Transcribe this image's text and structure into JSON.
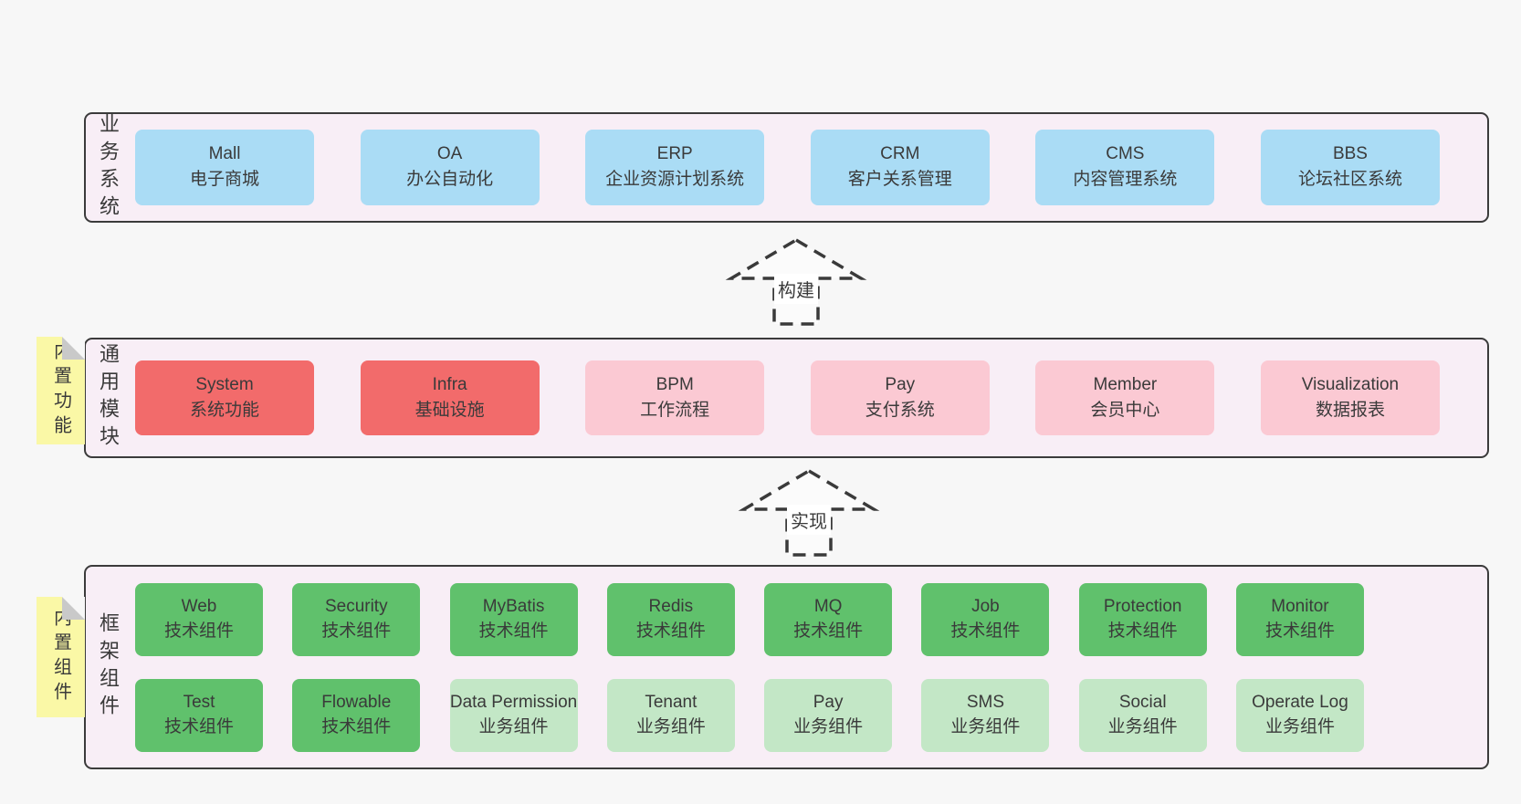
{
  "business": {
    "label": "业务系统",
    "items": [
      {
        "en": "Mall",
        "cn": "电子商城"
      },
      {
        "en": "OA",
        "cn": "办公自动化"
      },
      {
        "en": "ERP",
        "cn": "企业资源计划系统"
      },
      {
        "en": "CRM",
        "cn": "客户关系管理"
      },
      {
        "en": "CMS",
        "cn": "内容管理系统"
      },
      {
        "en": "BBS",
        "cn": "论坛社区系统"
      }
    ]
  },
  "modules": {
    "label": "通用模块",
    "sticky": "内置功能",
    "items": [
      {
        "en": "System",
        "cn": "系统功能",
        "variant": "red"
      },
      {
        "en": "Infra",
        "cn": "基础设施",
        "variant": "red"
      },
      {
        "en": "BPM",
        "cn": "工作流程",
        "variant": "pink"
      },
      {
        "en": "Pay",
        "cn": "支付系统",
        "variant": "pink"
      },
      {
        "en": "Member",
        "cn": "会员中心",
        "variant": "pink"
      },
      {
        "en": "Visualization",
        "cn": "数据报表",
        "variant": "pink"
      }
    ]
  },
  "components": {
    "label": "框架组件",
    "sticky": "内置组件",
    "row1": [
      {
        "en": "Web",
        "cn": "技术组件",
        "variant": "green"
      },
      {
        "en": "Security",
        "cn": "技术组件",
        "variant": "green"
      },
      {
        "en": "MyBatis",
        "cn": "技术组件",
        "variant": "green"
      },
      {
        "en": "Redis",
        "cn": "技术组件",
        "variant": "green"
      },
      {
        "en": "MQ",
        "cn": "技术组件",
        "variant": "green"
      },
      {
        "en": "Job",
        "cn": "技术组件",
        "variant": "green"
      },
      {
        "en": "Protection",
        "cn": "技术组件",
        "variant": "green"
      },
      {
        "en": "Monitor",
        "cn": "技术组件",
        "variant": "green"
      }
    ],
    "row2": [
      {
        "en": "Test",
        "cn": "技术组件",
        "variant": "green"
      },
      {
        "en": "Flowable",
        "cn": "技术组件",
        "variant": "green"
      },
      {
        "en": "Data Permission",
        "cn": "业务组件",
        "variant": "lightgreen"
      },
      {
        "en": "Tenant",
        "cn": "业务组件",
        "variant": "lightgreen"
      },
      {
        "en": "Pay",
        "cn": "业务组件",
        "variant": "lightgreen"
      },
      {
        "en": "SMS",
        "cn": "业务组件",
        "variant": "lightgreen"
      },
      {
        "en": "Social",
        "cn": "业务组件",
        "variant": "lightgreen"
      },
      {
        "en": "Operate Log",
        "cn": "业务组件",
        "variant": "lightgreen"
      }
    ]
  },
  "arrows": {
    "build": "构建",
    "implement": "实现"
  },
  "colors": {
    "page_bg": "#f7f7f7",
    "panel_bg": "#f8eef6",
    "panel_border": "#3b3b3b",
    "card_blue": "#aadcf5",
    "card_red": "#f26b6b",
    "card_pink": "#fbc9d3",
    "card_green": "#60c16c",
    "card_light_green": "#c3e7c6",
    "sticky_yellow": "#faf8a6",
    "sticky_fold_gray": "#c9c9c9",
    "text": "#3a3a3a"
  }
}
